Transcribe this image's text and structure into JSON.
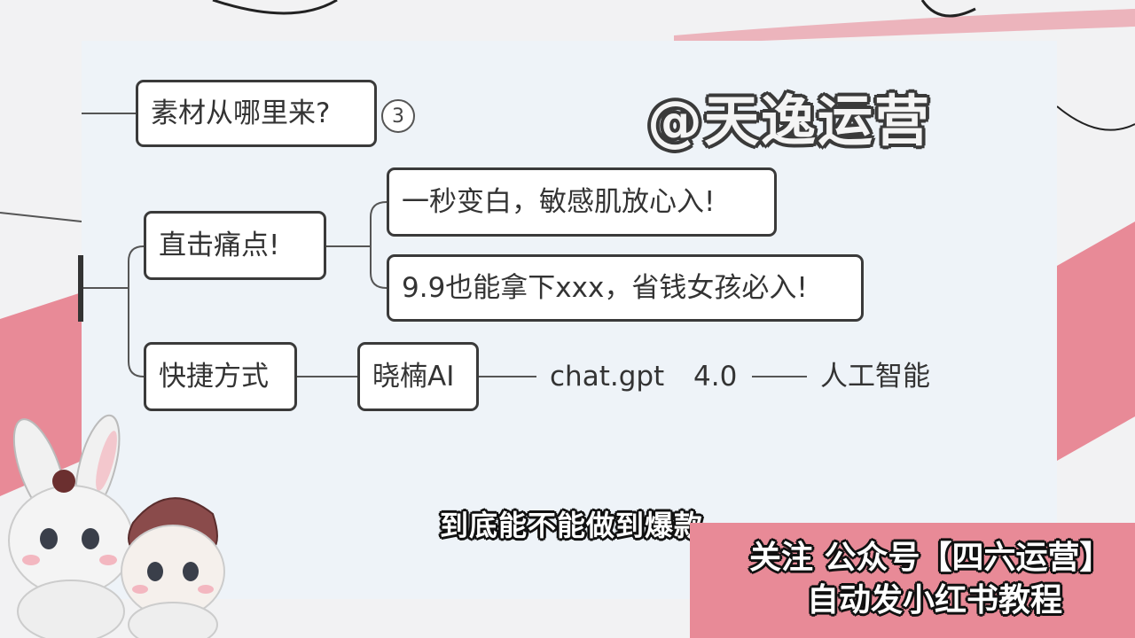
{
  "mindmap": {
    "node_source": "素材从哪里来?",
    "badge": "3",
    "node_painpoint": "直击痛点!",
    "child_1": "一秒变白，敏感肌放心入!",
    "child_2": "9.9也能拿下xxx，省钱女孩必入!",
    "node_shortcut": "快捷方式",
    "node_ai": "晓楠AI",
    "text_chatgpt": "chat.gpt",
    "text_version": "4.0",
    "text_ai": "人工智能"
  },
  "watermark": "@天逸运营",
  "subtitle": "到底能不能做到爆款",
  "promo": {
    "line1": "关注 公众号【四六运营】",
    "line2": "自动发小红书教程"
  },
  "colors": {
    "accent_pink": "#e88a97",
    "panel_bg": "#eef3f8",
    "node_border": "#3a3a3a"
  }
}
